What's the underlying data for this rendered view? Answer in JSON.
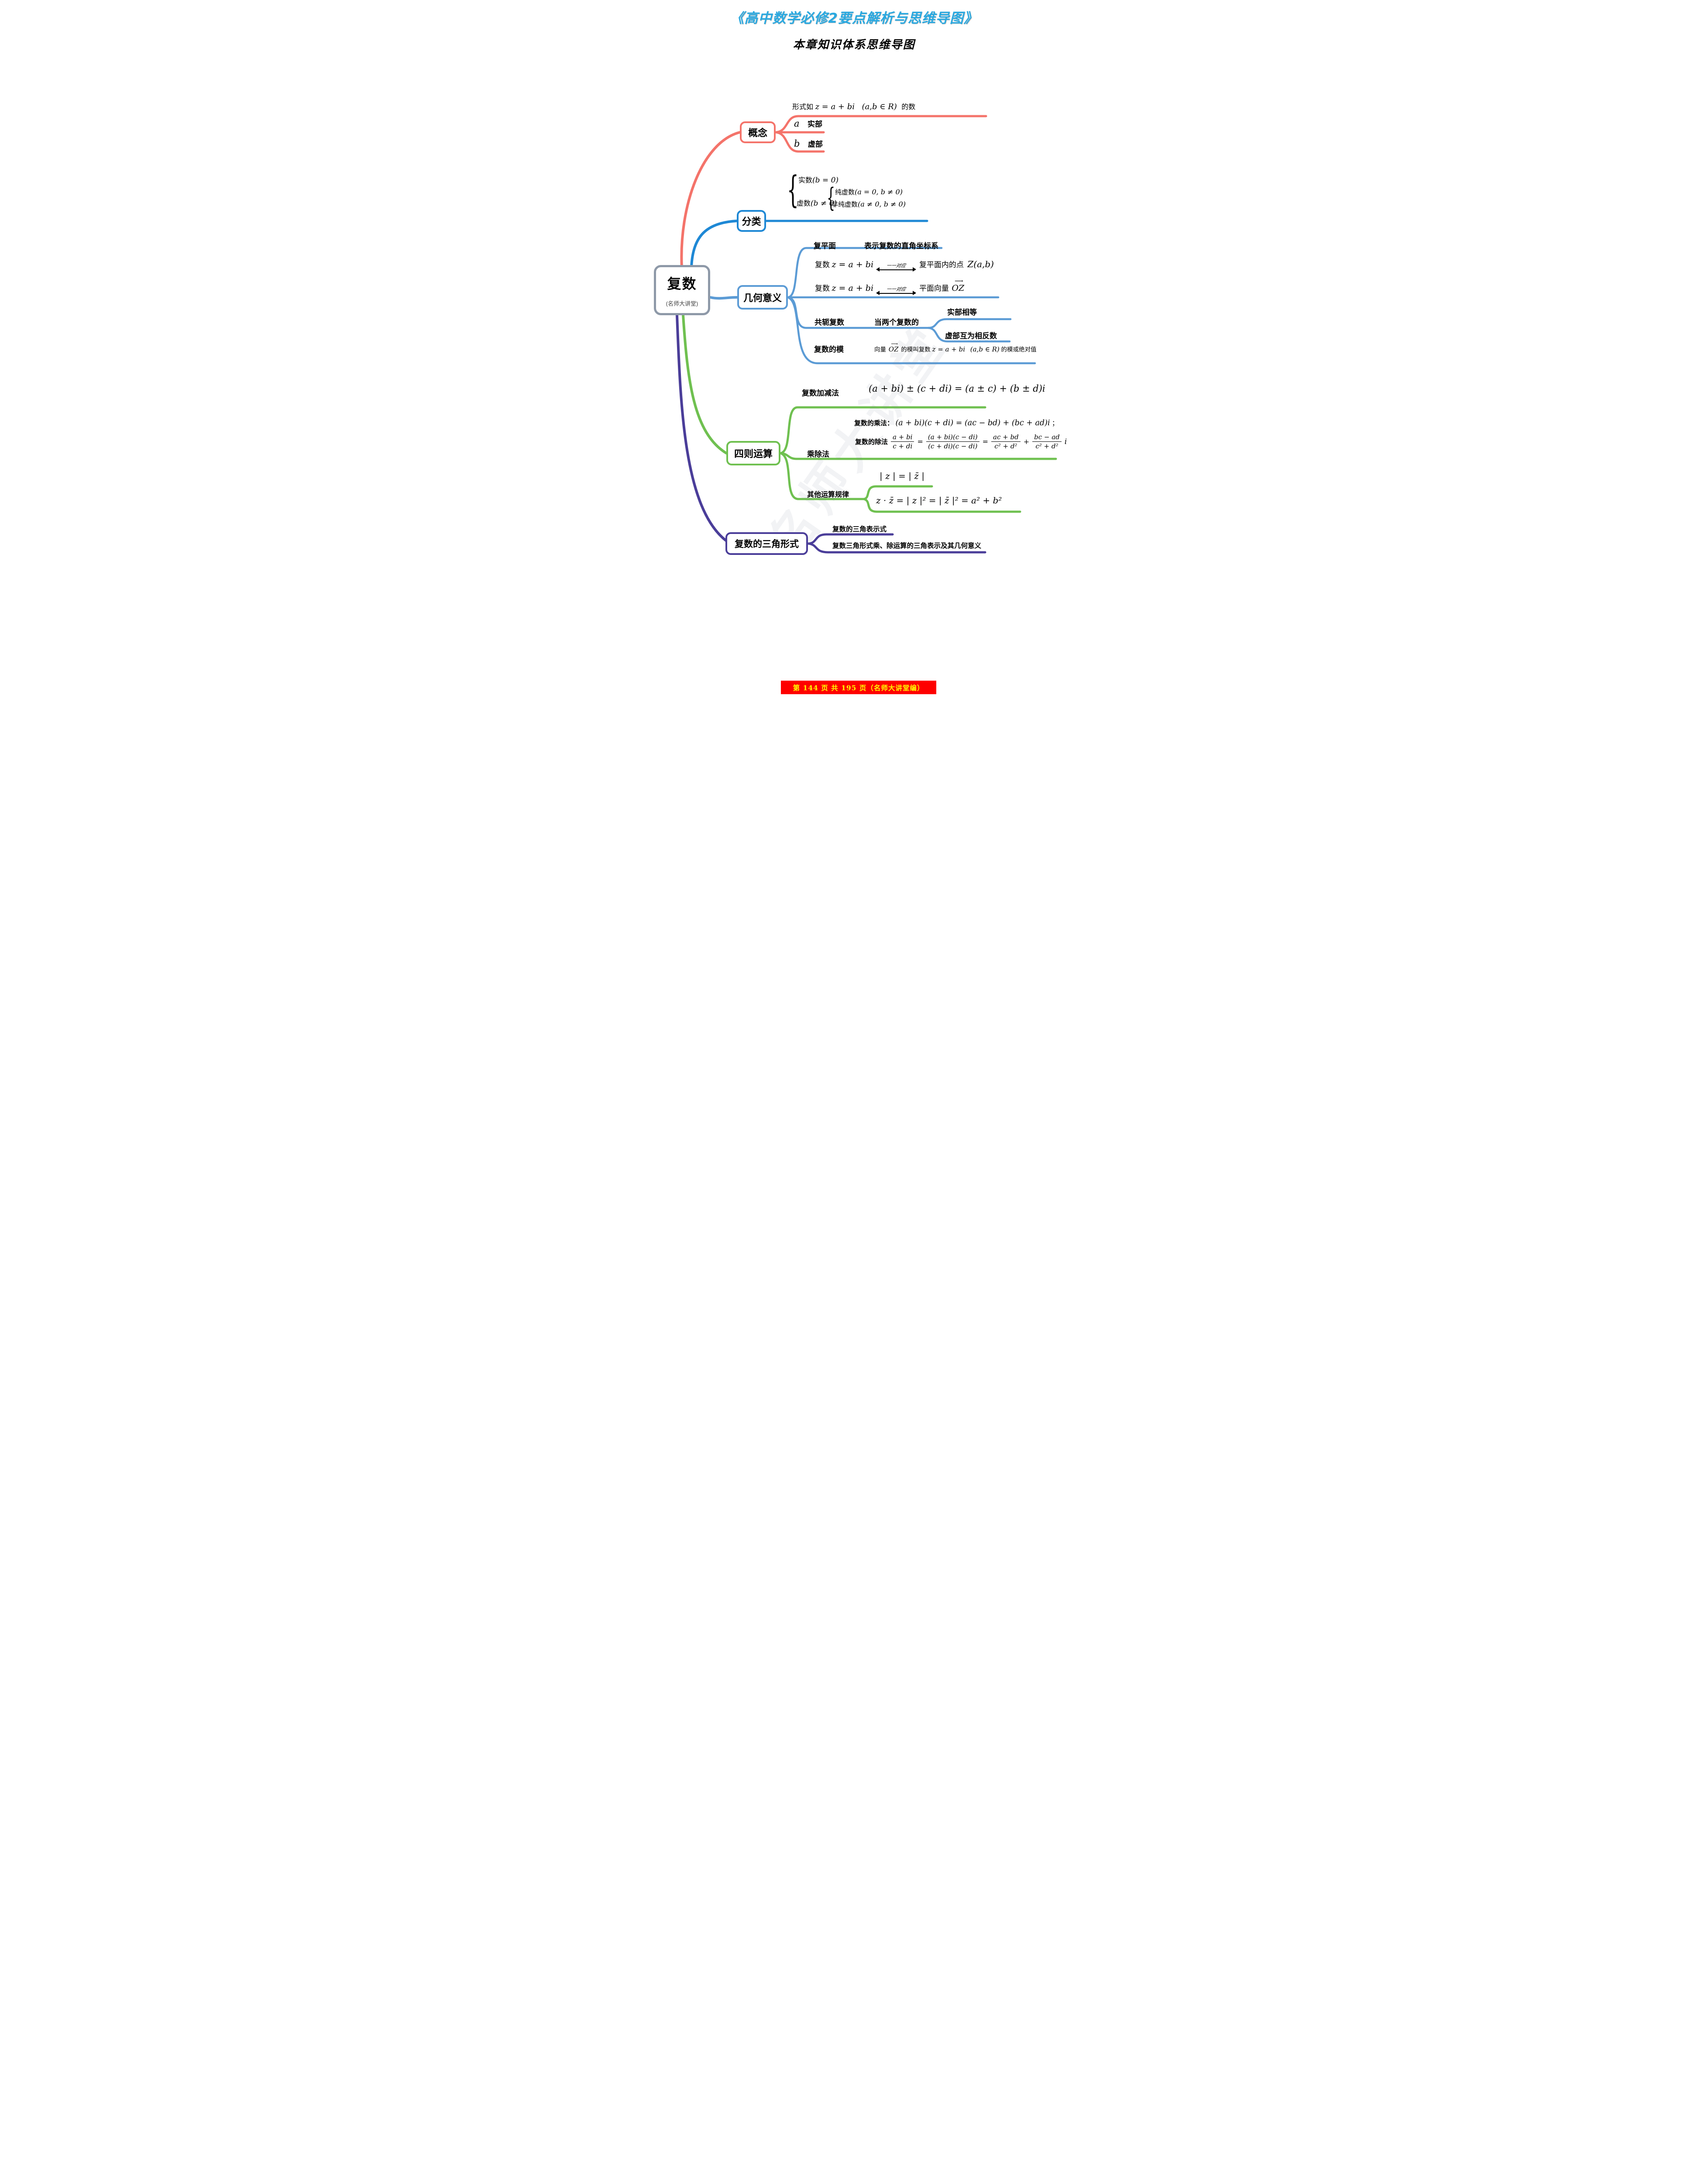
{
  "header": {
    "title": "《高中数学必修2要点解析与思维导图》",
    "subtitle": "本章知识体系思维导图"
  },
  "center": {
    "title": "复数",
    "subtitle": "(名师大讲堂)"
  },
  "watermark": "名师大讲堂",
  "concept": {
    "label": "概念",
    "definition": {
      "prefix": "形式如",
      "formula": "z = a + bi",
      "condition": "(a,b ∈ R)",
      "suffix": "的数"
    },
    "real": {
      "symbol": "a",
      "label": "实部"
    },
    "imag": {
      "symbol": "b",
      "label": "虚部"
    }
  },
  "classification": {
    "label": "分类",
    "brace": "{",
    "real": {
      "name": "实数",
      "cond": "(b = 0)"
    },
    "imaginary": {
      "name": "虚数",
      "cond": "(b ≠ 0)"
    },
    "pure": {
      "name": "纯虚数",
      "cond": "(a = 0, b ≠ 0)"
    },
    "nonpure": {
      "name": "非纯虚数",
      "cond": "(a ≠ 0, b ≠ 0)"
    }
  },
  "geometry": {
    "label": "几何意义",
    "plane": {
      "term": "复平面",
      "desc": "表示复数的直角坐标系"
    },
    "map_label": "一一对应",
    "point": {
      "prefix": "复数",
      "formula": "z = a + bi",
      "target": "复平面内的点",
      "coord": "Z(a,b)"
    },
    "vector": {
      "prefix": "复数",
      "formula": "z = a + bi",
      "target": "平面向量",
      "vec": "OZ",
      "arrow": "⟶"
    },
    "conjugate": {
      "term": "共轭复数",
      "desc": "当两个复数的",
      "real_equal": "实部相等",
      "imag_opposite": "虚部互为相反数"
    },
    "modulus": {
      "term": "复数的模",
      "desc_prefix": "向量",
      "vec": "OZ",
      "arrow": "⟶",
      "desc_mid": "的模叫复数",
      "formula": "z = a + bi",
      "condition": "(a,b ∈ R)",
      "desc_suffix": "的模或绝对值"
    }
  },
  "operations": {
    "label": "四则运算",
    "addsub": {
      "term": "复数加减法",
      "formula": "(a + bi) ± (c + di) = (a ± c) + (b ± d)i"
    },
    "muldiv": {
      "term": "乘除法",
      "mul_label": "复数的乘法：",
      "mul_formula": "(a + bi)(c + di) = (ac − bd) + (bc + ad)i",
      "mul_end": "；",
      "div_label": "复数的除法",
      "div": {
        "f0n": "a + bi",
        "f0d": "c + di",
        "eq1": "=",
        "f1n": "(a + bi)(c − di)",
        "f1d": "(c + di)(c − di)",
        "eq2": "=",
        "f2n": "ac + bd",
        "f2d": "c² + d²",
        "plus": "+",
        "f3n": "bc − ad",
        "f3d": "c² + d²",
        "tail": "i"
      }
    },
    "other": {
      "term": "其他运算规律",
      "rule1": "| z | = | z̄ |",
      "rule2": "z · z̄ = | z |² = | z̄ |² = a² + b²"
    }
  },
  "trig": {
    "label": "复数的三角形式",
    "repr": "复数的三角表示式",
    "ops": "复数三角形式乘、除运算的三角表示及其几何意义"
  },
  "footer": {
    "text": "第 144 页 共 195 页（名师大讲堂编）"
  },
  "colors": {
    "concept": "#F4736A",
    "classification": "#1E88D5",
    "geometry": "#5B9BD5",
    "operations": "#6FC050",
    "trig": "#4A3D99",
    "center_border": "#8E99A8",
    "title": "#29A9E1",
    "footer_bg": "#FE0000",
    "footer_text": "#FFFF00"
  }
}
